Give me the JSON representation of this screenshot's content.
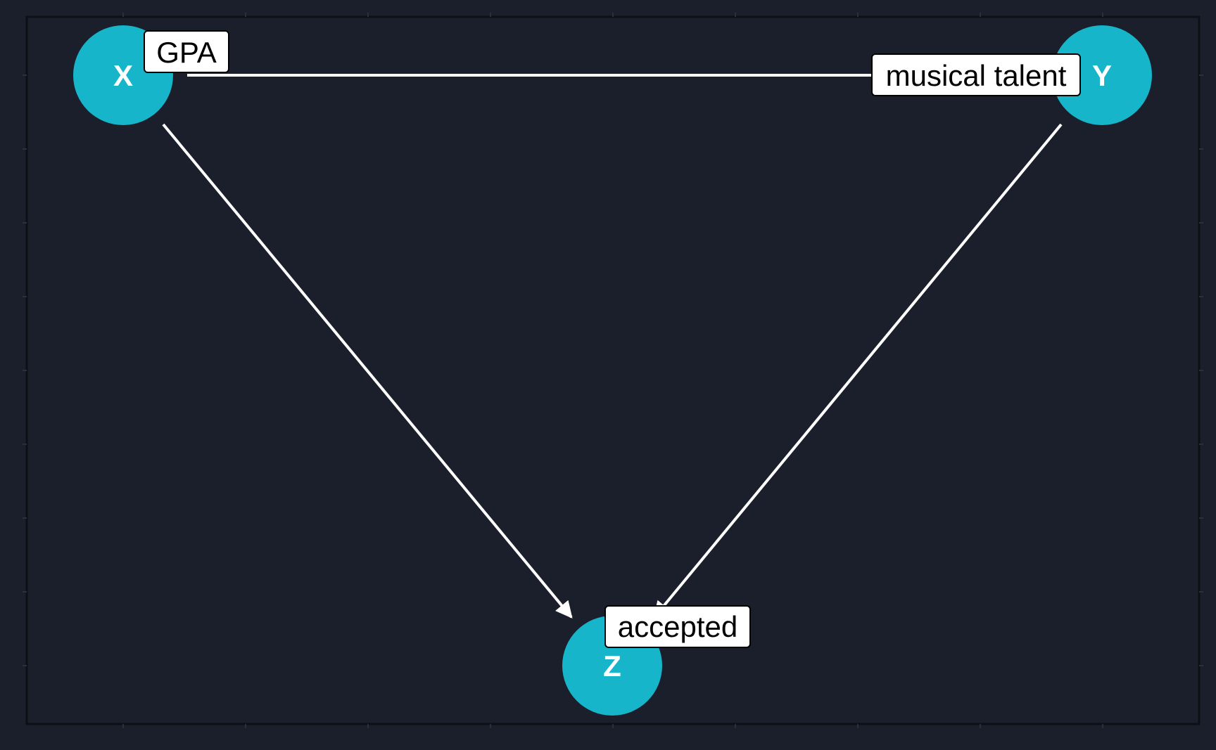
{
  "colors": {
    "background": "#1a1f2b",
    "panel_border": "#0c0f15",
    "grid_tick": "#2a303c",
    "node_fill": "#17b5ca",
    "edge": "#ffffff",
    "node_text": "#ffffff",
    "label_fill": "#ffffff",
    "label_text": "#000000"
  },
  "nodes": [
    {
      "id": "x",
      "letter": "X",
      "label": "GPA"
    },
    {
      "id": "y",
      "letter": "Y",
      "label": "musical talent"
    },
    {
      "id": "z",
      "letter": "Z",
      "label": "accepted"
    }
  ],
  "edges": [
    {
      "from": "x",
      "to": "y",
      "arrow": false
    },
    {
      "from": "x",
      "to": "z",
      "arrow": true
    },
    {
      "from": "y",
      "to": "z",
      "arrow": true
    }
  ]
}
